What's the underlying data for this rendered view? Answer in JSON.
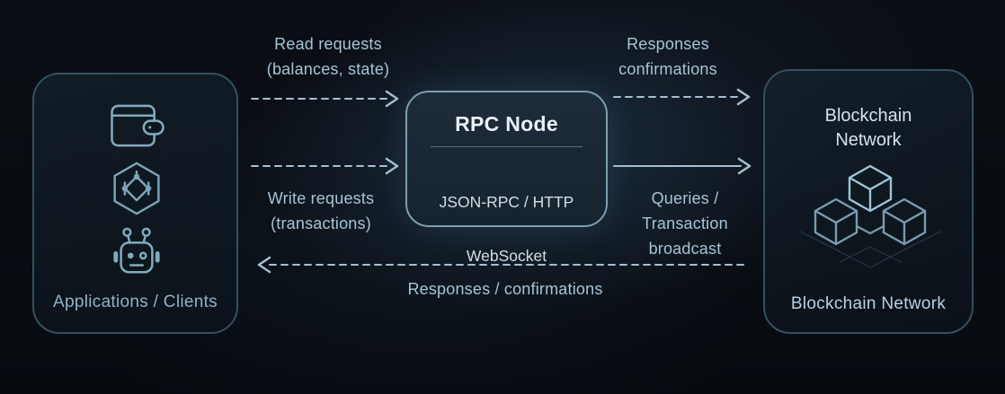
{
  "nodes": {
    "clients": {
      "caption": "Applications / Clients",
      "icons": [
        "wallet-icon",
        "network-hexagon-icon",
        "robot-icon"
      ]
    },
    "rpc": {
      "title": "RPC Node",
      "protocols": [
        "JSON-RPC / HTTP",
        "WebSocket"
      ]
    },
    "blockchain": {
      "title": "Blockchain Network",
      "caption": "Blockchain Network",
      "icon": "blocks-cubes-icon"
    }
  },
  "edges": {
    "read_requests": {
      "label": "Read requests\n(balances, state)",
      "style": "dashed",
      "from": "clients",
      "to": "rpc"
    },
    "responses_confirmations_top": {
      "label": "Responses\nconfirmations",
      "style": "dashed",
      "from": "rpc",
      "to": "blockchain"
    },
    "write_requests": {
      "label": "Write requests\n(transactions)",
      "style": "dashed",
      "from": "clients",
      "to": "rpc"
    },
    "queries_transaction_broadcast": {
      "label": "Queries /\nTransaction\nbroadcast",
      "style": "solid",
      "from": "rpc",
      "to": "blockchain"
    },
    "responses_confirmations_bottom": {
      "label": "Responses / confirmations",
      "style": "dashed",
      "from": "blockchain",
      "to": "clients"
    }
  },
  "colors": {
    "background": "#090d12",
    "node_border": "#33505f",
    "rpc_border": "#7e9eb1",
    "arrow": "#a4c0d1",
    "icon_stroke": "#82aac0",
    "title_text": "#e9f0f6",
    "label_text": "#a6c4d6",
    "caption_text": "#8fb3c7"
  }
}
